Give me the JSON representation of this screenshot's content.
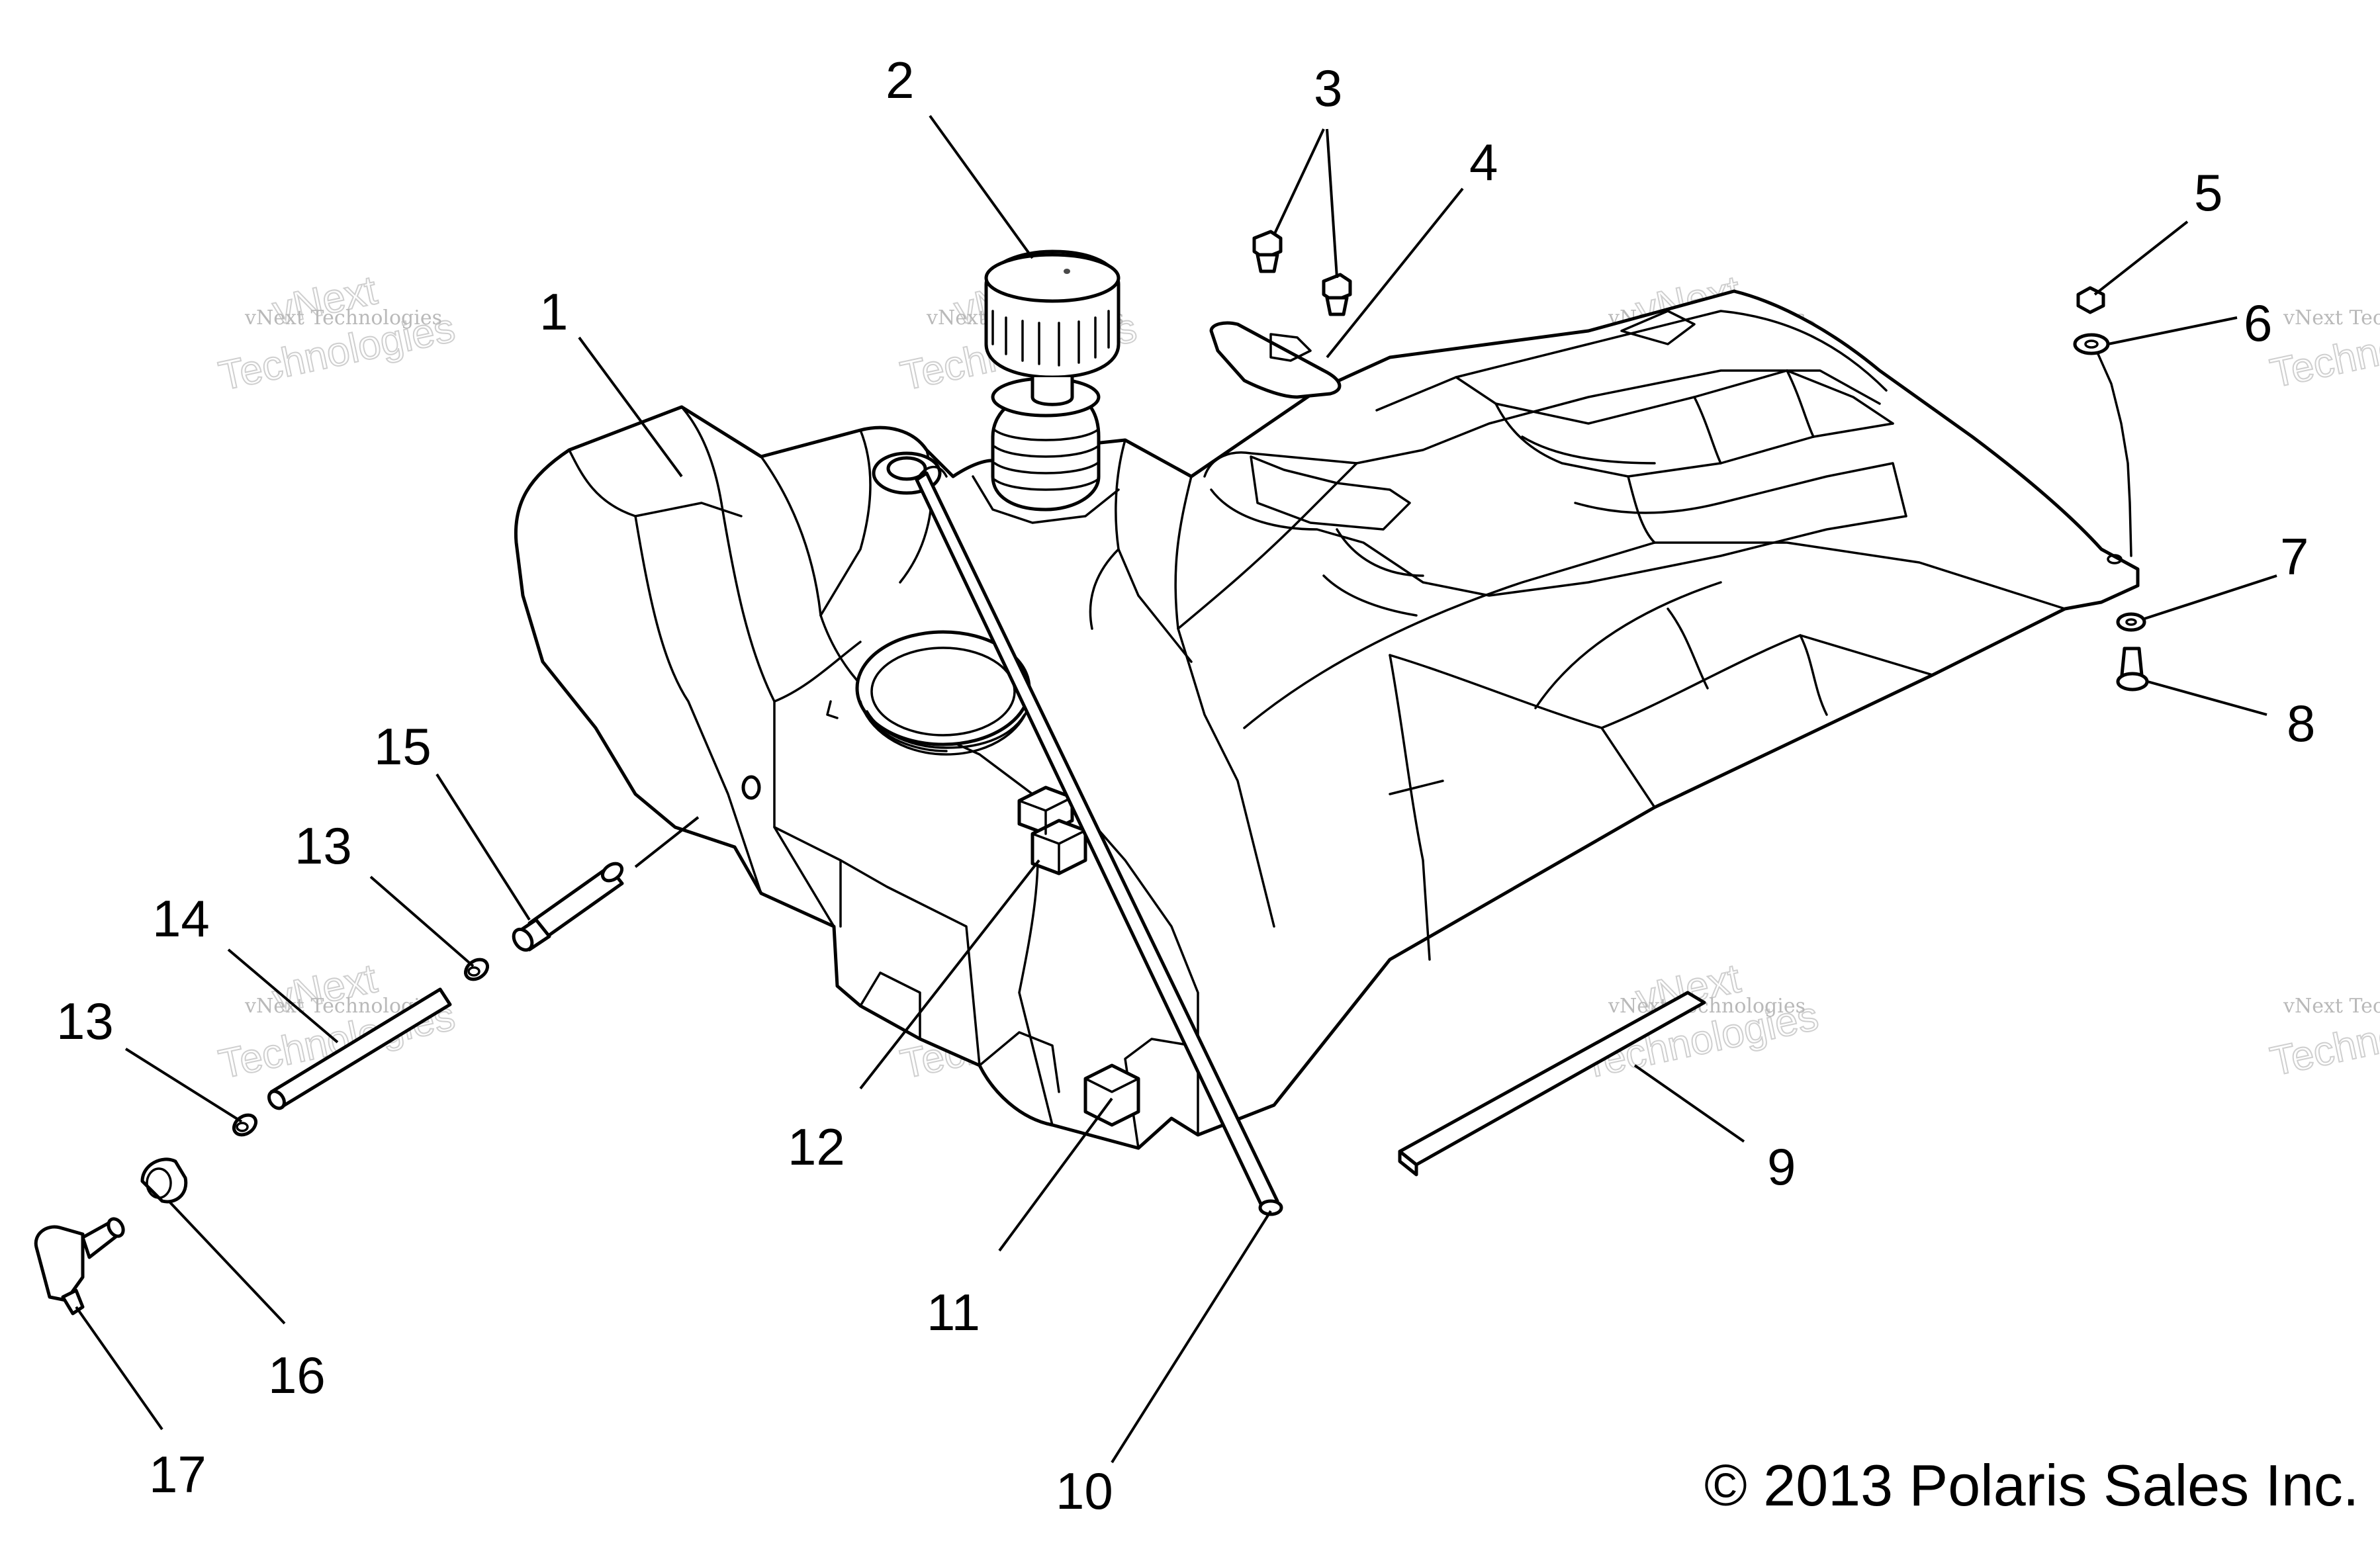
{
  "callouts": [
    {
      "id": "c1",
      "label": "1"
    },
    {
      "id": "c2",
      "label": "2"
    },
    {
      "id": "c3",
      "label": "3"
    },
    {
      "id": "c4",
      "label": "4"
    },
    {
      "id": "c5",
      "label": "5"
    },
    {
      "id": "c6",
      "label": "6"
    },
    {
      "id": "c7",
      "label": "7"
    },
    {
      "id": "c8",
      "label": "8"
    },
    {
      "id": "c9",
      "label": "9"
    },
    {
      "id": "c10",
      "label": "10"
    },
    {
      "id": "c11",
      "label": "11"
    },
    {
      "id": "c12",
      "label": "12"
    },
    {
      "id": "c13a",
      "label": "13"
    },
    {
      "id": "c13b",
      "label": "13"
    },
    {
      "id": "c14",
      "label": "14"
    },
    {
      "id": "c15",
      "label": "15"
    },
    {
      "id": "c16",
      "label": "16"
    },
    {
      "id": "c17",
      "label": "17"
    }
  ],
  "watermark": {
    "small": "vNext Technologies",
    "big_line1": "vNext",
    "big_line2": "Technologies",
    "partial_small": "vNext Tec",
    "partial_big": "Technol"
  },
  "copyright": "© 2013 Polaris Sales Inc."
}
